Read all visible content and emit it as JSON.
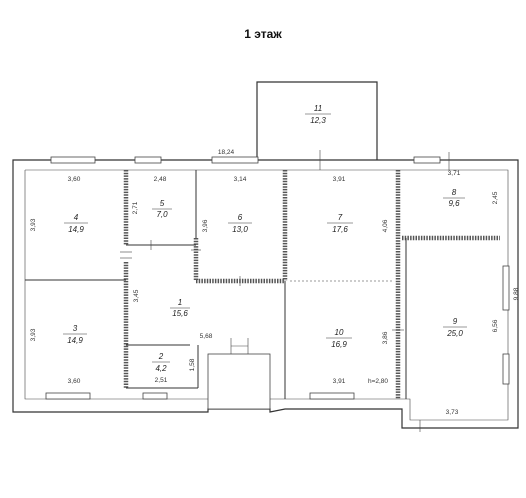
{
  "title": "1 этаж",
  "rooms": [
    {
      "number": "1",
      "area": "15,6"
    },
    {
      "number": "2",
      "area": "4,2"
    },
    {
      "number": "3",
      "area": "14,9"
    },
    {
      "number": "4",
      "area": "14,9"
    },
    {
      "number": "5",
      "area": "7,0"
    },
    {
      "number": "6",
      "area": "13,0"
    },
    {
      "number": "7",
      "area": "17,6"
    },
    {
      "number": "8",
      "area": "9,6"
    },
    {
      "number": "9",
      "area": "25,0"
    },
    {
      "number": "10",
      "area": "16,9"
    },
    {
      "number": "11",
      "area": "12,3"
    }
  ],
  "dimensions": {
    "overall_width": "18,24",
    "overall_depth": "9,88",
    "r4_width": "3,60",
    "r4_depth": "3,93",
    "r3_width": "3,60",
    "r3_depth": "3,93",
    "r5_width": "2,48",
    "r5_depth": "2,71",
    "r6_width": "3,14",
    "r6_depth": "3,96",
    "r7_width": "3,91",
    "r7_depth": "4,06",
    "r8_width": "3,71",
    "r8_depth": "2,45",
    "r9_width": "3,73",
    "r9_depth": "6,56",
    "r10_width": "3,91",
    "r10_depth": "3,86",
    "r1_width": "5,68",
    "r1_depth": "3,45",
    "r2_width": "2,51",
    "r2_depth": "1,58",
    "ceiling_height": "h=2,80"
  }
}
